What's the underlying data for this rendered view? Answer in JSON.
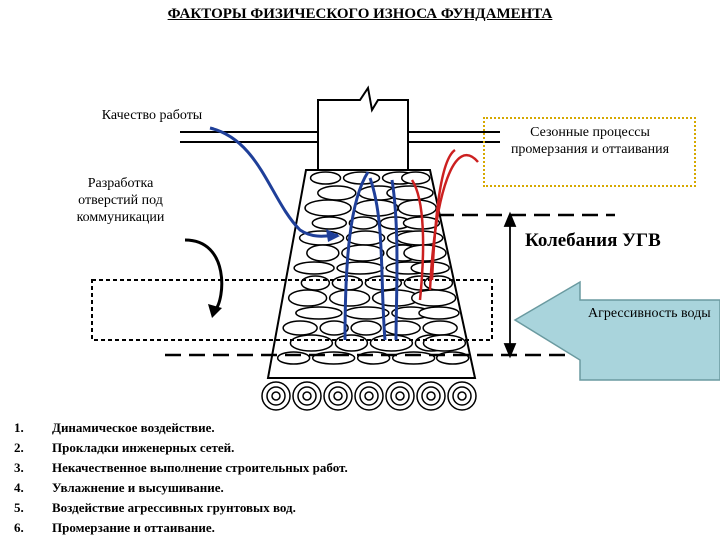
{
  "title": "ФАКТОРЫ ФИЗИЧЕСКОГО ИЗНОСА ФУНДАМЕНТА",
  "labels": {
    "quality": "Качество работы",
    "openings": "Разработка отверстий под коммуникации",
    "seasonal": "Сезонные процессы промерзания и оттаивания",
    "ugv": "Колебания УГВ",
    "aggressive": "Агрессивность воды"
  },
  "factors": [
    {
      "num": "1.",
      "text": "Динамическое воздействие."
    },
    {
      "num": "2.",
      "text": "Прокладки инженерных сетей."
    },
    {
      "num": "3.",
      "text": "Некачественное выполнение строительных работ."
    },
    {
      "num": "4.",
      "text": "Увлажнение и высушивание."
    },
    {
      "num": "5.",
      "text": "Воздействие агрессивных грунтовых вод."
    },
    {
      "num": "6.",
      "text": "Промерзание и оттаивание."
    }
  ],
  "colors": {
    "blue_arrow": "#1f3f99",
    "red_arrow": "#cc2020",
    "water_box": "#a9d4dc",
    "box_border": "#d6a800"
  }
}
